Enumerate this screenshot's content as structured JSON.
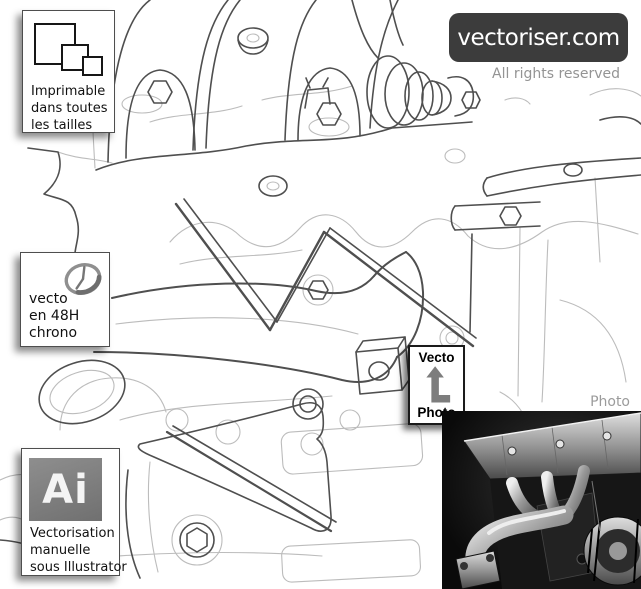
{
  "site": {
    "name": "vectoriser.com",
    "rights": "All rights reserved"
  },
  "badges": {
    "print": {
      "icon": "nested-squares-icon",
      "lines": [
        "Imprimable",
        "dans toutes",
        "les tailles"
      ]
    },
    "turnaround": {
      "icon": "clock-icon",
      "lines": [
        "vecto",
        "en 48H",
        "chrono"
      ]
    },
    "conversion": {
      "icon": "turn-up-arrow-icon",
      "top_label": "Vecto",
      "bottom_label": "Photo"
    },
    "illustrator": {
      "logo": "Ai",
      "lines": [
        "Vectorisation",
        "manuelle",
        "sous Illustrator"
      ]
    }
  },
  "photo_panel": {
    "label": "Photo"
  },
  "colors": {
    "brand_panel": "#3c3c3c",
    "muted_text": "#959595",
    "line_dark": "#4f4f4f",
    "line_light": "#bcbcbc",
    "icon_gray": "#8a8a8a",
    "ai_square": "#7d7d7d"
  }
}
